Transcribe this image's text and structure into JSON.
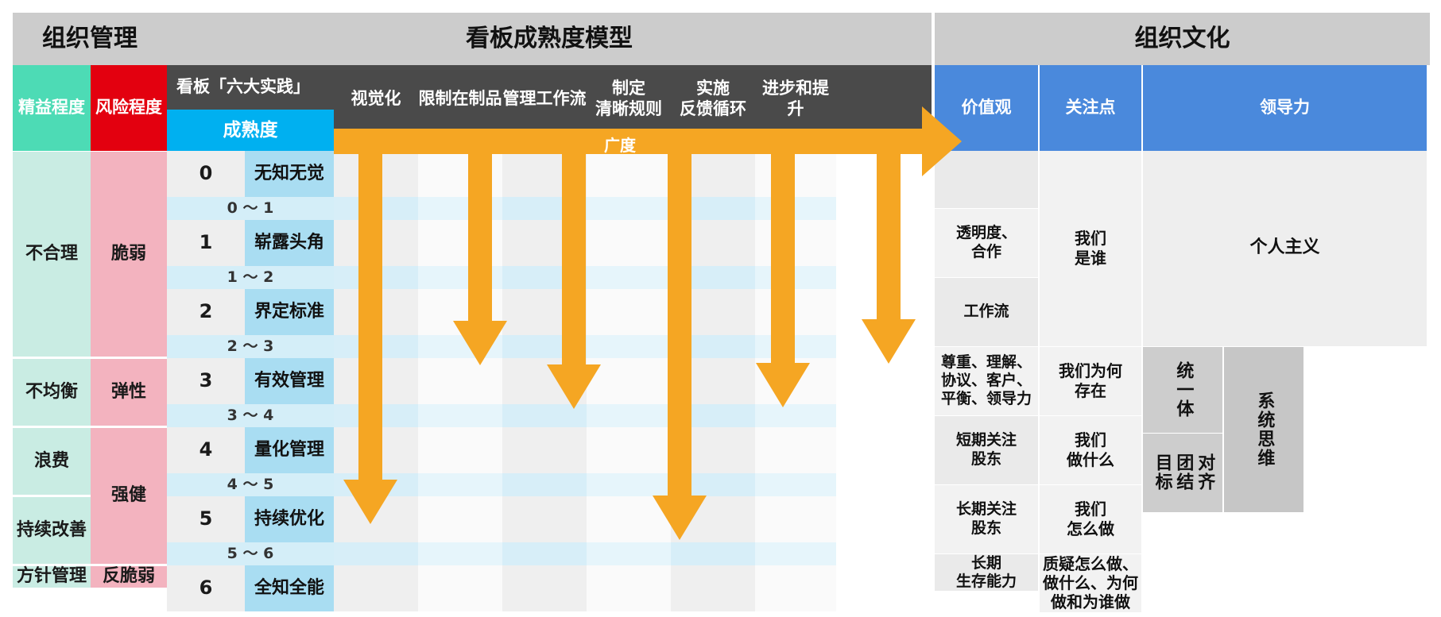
{
  "groups": [
    {
      "id": "org-management",
      "label": "组织管理"
    },
    {
      "id": "kanban-maturity",
      "label": "看板成熟度模型"
    },
    {
      "id": "org-culture",
      "label": "组织文化"
    }
  ],
  "subheaders": {
    "lean_degree": "精益程度",
    "risk_degree": "风险程度",
    "six_practices": "看板「六大实践」",
    "maturity": "成熟度",
    "practices": [
      "视觉化",
      "限制在制品",
      "管理工作流",
      "制定\n清晰规则",
      "实施\n反馈循环",
      "进步和提升"
    ],
    "values": "价值观",
    "focus": "关注点",
    "leadership": "领导力"
  },
  "arrow_label": "广度",
  "accent_colors": {
    "arrow": "#f5a623",
    "maturity_header": "#00b0f0",
    "lean_header": "#4ddbb5",
    "risk_header": "#e3000f",
    "practice_header": "#4a4a4a",
    "culture_header": "#4a89dc",
    "group_band": "#cccccc"
  },
  "maturity_levels": [
    {
      "num": "0",
      "name": "无知无觉"
    },
    {
      "num": "1",
      "name": "崭露头角"
    },
    {
      "num": "2",
      "name": "界定标准"
    },
    {
      "num": "3",
      "name": "有效管理"
    },
    {
      "num": "4",
      "name": "量化管理"
    },
    {
      "num": "5",
      "name": "持续优化"
    },
    {
      "num": "6",
      "name": "全知全能"
    }
  ],
  "maturity_transitions": [
    "0 ～ 1",
    "1 ～ 2",
    "2 ～ 3",
    "3 ～ 4",
    "4 ～ 5",
    "5 ～ 6"
  ],
  "lean_degree_cells": [
    {
      "label": "不合理"
    },
    {
      "label": "不均衡"
    },
    {
      "label": "浪费"
    },
    {
      "label": "持续改善"
    },
    {
      "label": "方针管理"
    }
  ],
  "risk_degree_cells": [
    {
      "label": "脆弱"
    },
    {
      "label": "弹性"
    },
    {
      "label": "强健"
    },
    {
      "label": "反脆弱"
    }
  ],
  "culture_values": [
    "",
    "透明度、\n合作",
    "工作流",
    "尊重、理解、\n协议、客户、\n平衡、领导力",
    "短期关注\n股东",
    "长期关注\n股东",
    "长期\n生存能力"
  ],
  "culture_focus": [
    "我们\n是谁",
    "我们为何\n存在",
    "我们\n做什么",
    "我们\n怎么做",
    "质疑怎么做、\n做什么、为何\n做和为谁做"
  ],
  "leadership": [
    "个人主义",
    "统一体",
    "对齐\n团结\n目标",
    "系统思维"
  ]
}
